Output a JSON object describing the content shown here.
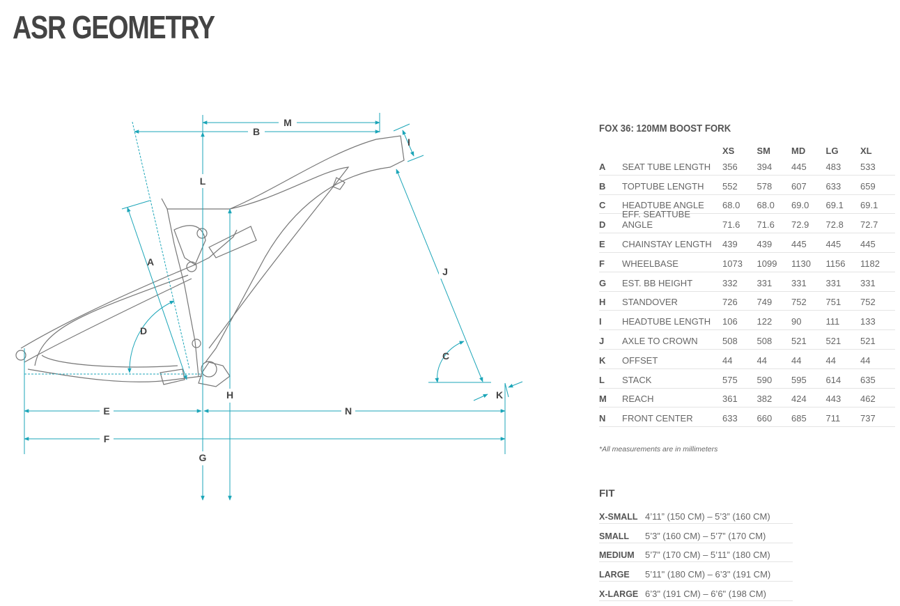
{
  "title": "ASR GEOMETRY",
  "diagram": {
    "labels": [
      "M",
      "B",
      "I",
      "L",
      "A",
      "J",
      "D",
      "C",
      "H",
      "K",
      "E",
      "N",
      "F",
      "G"
    ],
    "line_color": "#1ba5b8",
    "frame_color": "#777777"
  },
  "geometry": {
    "heading": "FOX 36: 120MM BOOST FORK",
    "sizes": [
      "XS",
      "SM",
      "MD",
      "LG",
      "XL"
    ],
    "rows": [
      {
        "letter": "A",
        "label": "SEAT TUBE LENGTH",
        "values": [
          "356",
          "394",
          "445",
          "483",
          "533"
        ]
      },
      {
        "letter": "B",
        "label": "TOPTUBE LENGTH",
        "values": [
          "552",
          "578",
          "607",
          "633",
          "659"
        ]
      },
      {
        "letter": "C",
        "label": "HEADTUBE ANGLE",
        "values": [
          "68.0",
          "68.0",
          "69.0",
          "69.1",
          "69.1"
        ]
      },
      {
        "letter": "D",
        "label": "EFF. SEATTUBE ANGLE",
        "values": [
          "71.6",
          "71.6",
          "72.9",
          "72.8",
          "72.7"
        ]
      },
      {
        "letter": "E",
        "label": "CHAINSTAY LENGTH",
        "values": [
          "439",
          "439",
          "445",
          "445",
          "445"
        ]
      },
      {
        "letter": "F",
        "label": "WHEELBASE",
        "values": [
          "1073",
          "1099",
          "1130",
          "1156",
          "1182"
        ]
      },
      {
        "letter": "G",
        "label": "EST. BB HEIGHT",
        "values": [
          "332",
          "331",
          "331",
          "331",
          "331"
        ]
      },
      {
        "letter": "H",
        "label": "STANDOVER",
        "values": [
          "726",
          "749",
          "752",
          "751",
          "752"
        ]
      },
      {
        "letter": "I",
        "label": "HEADTUBE LENGTH",
        "values": [
          "106",
          "122",
          "90",
          "111",
          "133"
        ]
      },
      {
        "letter": "J",
        "label": "AXLE TO CROWN",
        "values": [
          "508",
          "508",
          "521",
          "521",
          "521"
        ]
      },
      {
        "letter": "K",
        "label": "OFFSET",
        "values": [
          "44",
          "44",
          "44",
          "44",
          "44"
        ]
      },
      {
        "letter": "L",
        "label": "STACK",
        "values": [
          "575",
          "590",
          "595",
          "614",
          "635"
        ]
      },
      {
        "letter": "M",
        "label": "REACH",
        "values": [
          "361",
          "382",
          "424",
          "443",
          "462"
        ]
      },
      {
        "letter": "N",
        "label": "FRONT CENTER",
        "values": [
          "633",
          "660",
          "685",
          "711",
          "737"
        ]
      }
    ],
    "note": "*All measurements are in millimeters"
  },
  "fit": {
    "heading": "FIT",
    "rows": [
      {
        "size": "X-SMALL",
        "range": "4’11” (150 CM) – 5’3” (160 CM)"
      },
      {
        "size": "SMALL",
        "range": "5’3” (160 CM) – 5’7” (170 CM)"
      },
      {
        "size": "MEDIUM",
        "range": "5’7” (170 CM) – 5’11” (180 CM)"
      },
      {
        "size": "LARGE",
        "range": "5’11\" (180 CM) – 6’3\" (191 CM)"
      },
      {
        "size": "X-LARGE",
        "range": "6’3\" (191 CM) – 6’6\" (198 CM)"
      }
    ]
  }
}
